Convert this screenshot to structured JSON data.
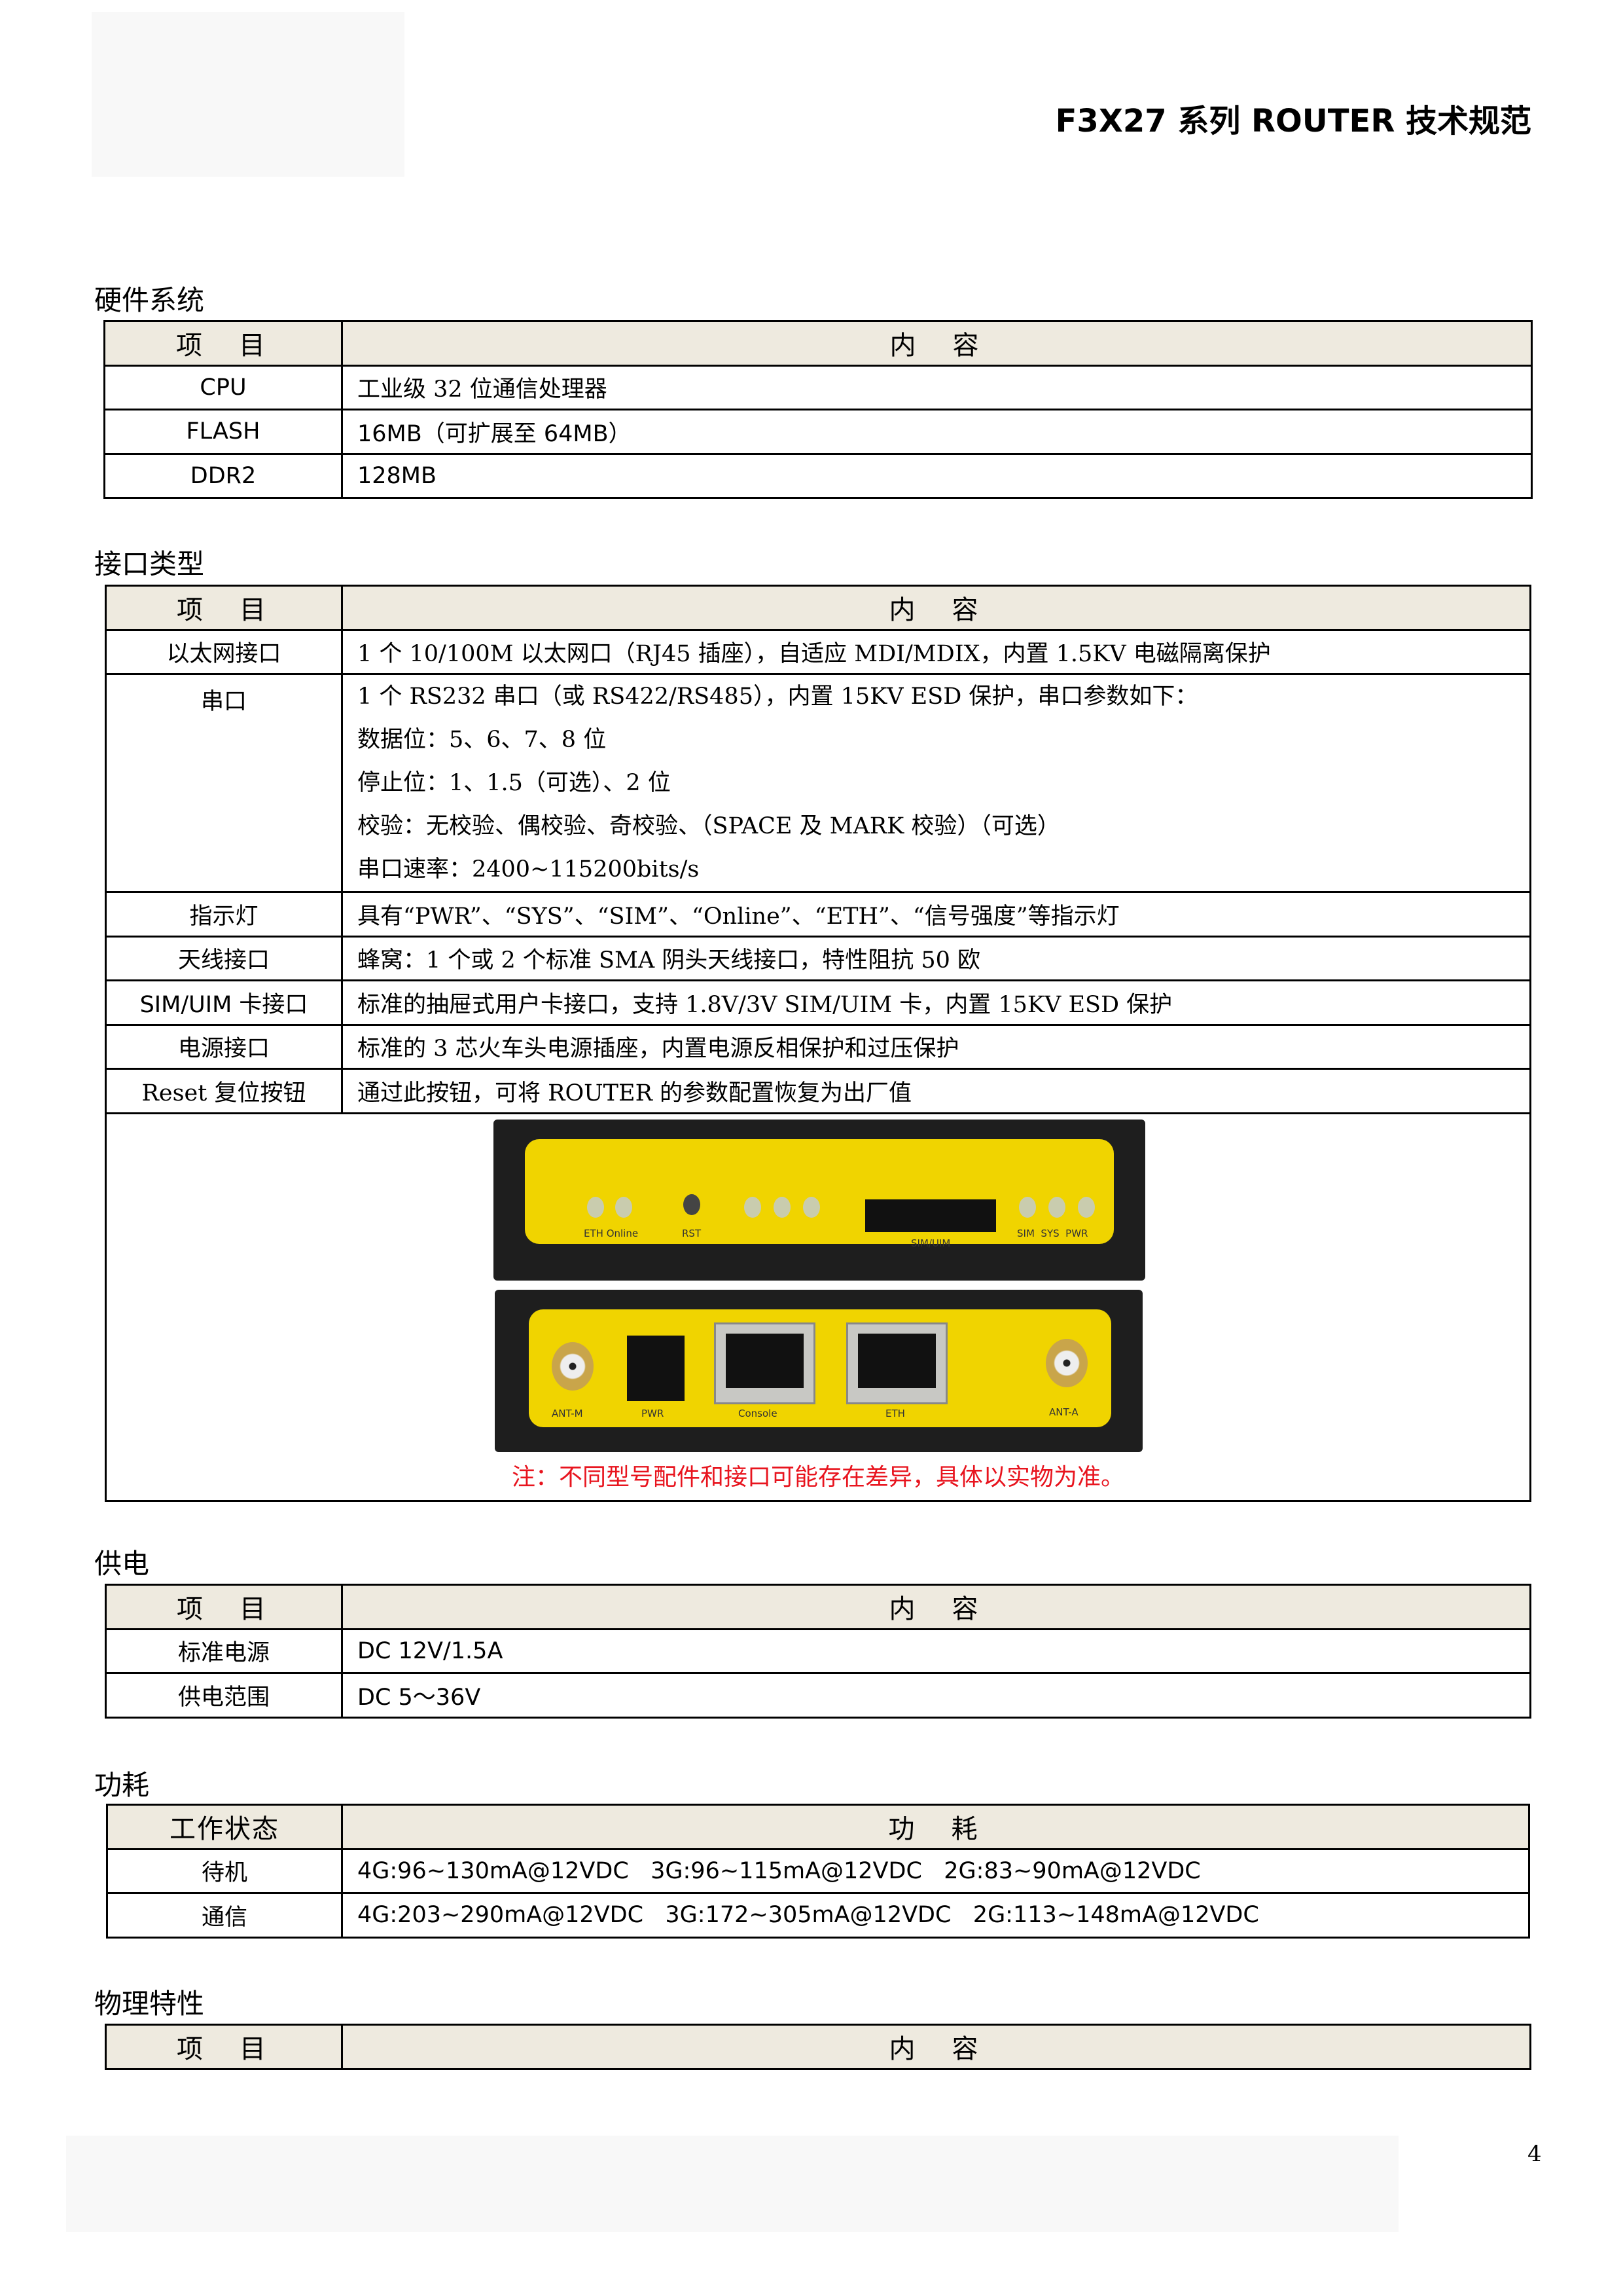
{
  "header": {
    "title": "F3X27  系列 ROUTER 技术规范"
  },
  "sections": {
    "hardware": {
      "title": "硬件系统",
      "head": [
        "项　目",
        "内　容"
      ],
      "rows": [
        [
          "CPU",
          "工业级 32 位通信处理器"
        ],
        [
          "FLASH",
          "16MB（可扩展至 64MB）"
        ],
        [
          "DDR2",
          "128MB"
        ]
      ]
    },
    "interfaces": {
      "title": "接口类型",
      "head": [
        "项　目",
        "内　容"
      ],
      "ethernet": [
        "以太网接口",
        "1 个 10/100M 以太网口（RJ45 插座），自适应 MDI/MDIX，内置 1.5KV 电磁隔离保护"
      ],
      "serial": {
        "label": "串口",
        "lines": [
          "1 个 RS232 串口（或 RS422/RS485），内置 15KV ESD 保护，串口参数如下：",
          "数据位：5、6、7、8 位",
          "停止位：1、1.5（可选）、2 位",
          "校验：无校验、偶校验、奇校验、（SPACE 及 MARK 校验）（可选）",
          "串口速率：2400~115200bits/s"
        ]
      },
      "rows": [
        [
          "指示灯",
          "具有“PWR”、“SYS”、“SIM”、“Online”、“ETH”、“信号强度”等指示灯"
        ],
        [
          "天线接口",
          "蜂窝：1 个或 2 个标准 SMA 阴头天线接口，特性阻抗 50 欧"
        ],
        [
          "SIM/UIM 卡接口",
          "标准的抽屉式用户卡接口，支持 1.8V/3V SIM/UIM 卡，内置 15KV ESD 保护"
        ],
        [
          "电源接口",
          "标准的 3 芯火车头电源插座，内置电源反相保护和过压保护"
        ],
        [
          "Reset 复位按钮",
          "通过此按钮，可将 ROUTER 的参数配置恢复为出厂值"
        ]
      ],
      "device": {
        "front_labels": [
          "ETH Online",
          "RST",
          "SIM/UIM",
          "SIM  SYS  PWR"
        ],
        "back_labels": [
          "ANT-M",
          "PWR",
          "Console",
          "ETH",
          "ANT-A"
        ]
      },
      "note": "注：不同型号配件和接口可能存在差异，具体以实物为准。"
    },
    "power": {
      "title": "供电",
      "head": [
        "项　目",
        "内　容"
      ],
      "rows": [
        [
          "标准电源",
          "DC 12V/1.5A"
        ],
        [
          "供电范围",
          "DC 5～36V"
        ]
      ]
    },
    "consumption": {
      "title": "功耗",
      "head": [
        "工作状态",
        "功　耗"
      ],
      "rows": [
        [
          "待机",
          "4G:96~130mA@12VDC   3G:96~115mA@12VDC   2G:83~90mA@12VDC"
        ],
        [
          "通信",
          "4G:203~290mA@12VDC   3G:172~305mA@12VDC   2G:113~148mA@12VDC"
        ]
      ]
    },
    "physical": {
      "title": "物理特性",
      "head": [
        "项　目",
        "内　容"
      ]
    }
  },
  "page_number": "4"
}
